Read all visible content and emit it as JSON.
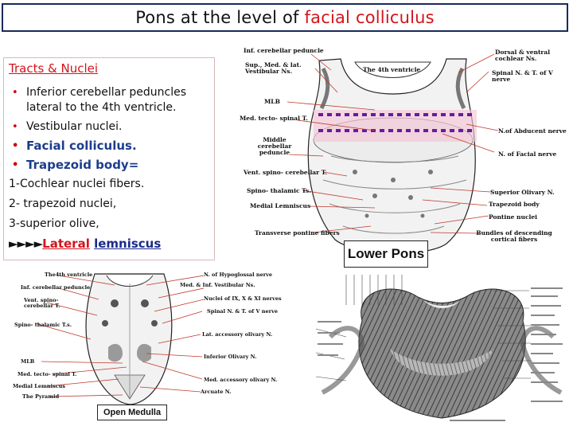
{
  "title": {
    "prefix": "Pons at the level of ",
    "highlight": "facial colliculus"
  },
  "notes": {
    "heading": "Tracts & Nuclei",
    "bullets": [
      "Inferior cerebellar peduncles lateral to the 4th ventricle.",
      "Vestibular nuclei.",
      "Facial colliculus.",
      "Trapezoid body="
    ],
    "list": [
      "1-Cochlear nuclei fibers.",
      "2- trapezoid nuclei,",
      "3-superior olive,"
    ],
    "last_line": {
      "arrows": "►►►►",
      "word1": "Lateral",
      "word2": "lemniscus"
    }
  },
  "pons_diagram": {
    "caption": "Lower Pons",
    "labels": [
      "Inf. cerebellar peduncle",
      "Sup., Med. & lat. Vestibular Ns.",
      "The 4th ventricle",
      "Dorsal & ventral cochlear Ns.",
      "Spinal N. & T. of V nerve",
      "MLB",
      "Med. tecto- spinal T.",
      "N.of Abducent nerve",
      "Middle cerebellar peduncle",
      "N. of Facial nerve",
      "Vent. spino- cerebellar T.",
      "Spino- thalamic Ts.",
      "Superior Olivary N.",
      "Medial Lemniscus",
      "Trapezoid body",
      "Pontine nuclei",
      "Transverse pontine fibers",
      "Bundles of descending cortical fibers"
    ]
  },
  "medulla_diagram": {
    "caption": "Open Medulla",
    "labels": [
      "The4th ventricle",
      "N. of Hypoglossal nerve",
      "Inf. cerebellar peduncle",
      "Med. & Inf. Vestibular Ns.",
      "Nuclei of IX, X & XI nerves",
      "Vent. spino- cerebellar T.",
      "Spinal N. & T. of V nerve",
      "Spino- thalamic T.s.",
      "Lat. accessory olivary N.",
      "Inferior Olivary N.",
      "MLB",
      "Med. tecto- spinal T.",
      "Med. accessory olivary N.",
      "Medial Lemniscus",
      "The Pyramid",
      "Arcuate N."
    ]
  }
}
